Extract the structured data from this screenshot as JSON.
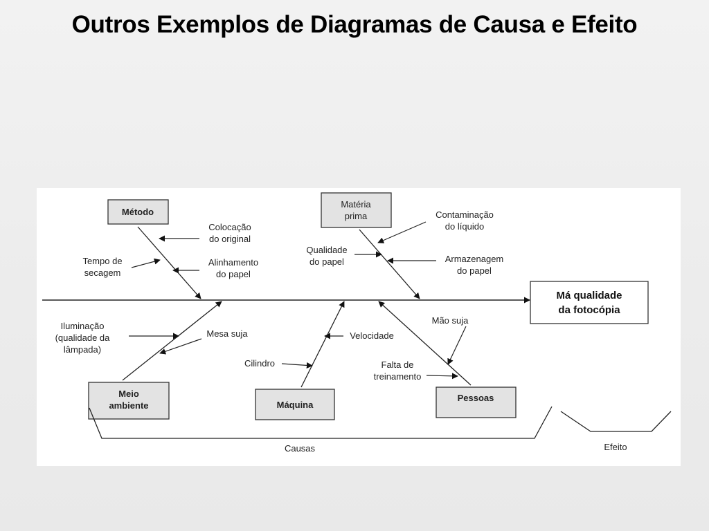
{
  "slide": {
    "title": "Outros Exemplos de Diagramas de Causa e Efeito"
  },
  "diagram": {
    "effect": [
      "Má qualidade",
      "da fotocópia"
    ],
    "categories": {
      "metodo": [
        "Método"
      ],
      "materia_prima": [
        "Matéria",
        "prima"
      ],
      "meio_ambiente": [
        "Meio",
        "ambiente"
      ],
      "maquina": [
        "Máquina"
      ],
      "pessoas": [
        "Pessoas"
      ]
    },
    "causes": {
      "colocacao": [
        "Colocação",
        "do original"
      ],
      "tempo_secagem": [
        "Tempo de",
        "secagem"
      ],
      "alinhamento": [
        "Alinhamento",
        "do papel"
      ],
      "contaminacao": [
        "Contaminação",
        "do  líquido"
      ],
      "qualidade_papel": [
        "Qualidade",
        "do papel"
      ],
      "armazenagem": [
        "Armazenagem",
        "do papel"
      ],
      "iluminacao": [
        "Iluminação",
        "(qualidade da",
        "lâmpada)"
      ],
      "mesa_suja": [
        "Mesa suja"
      ],
      "velocidade": [
        "Velocidade"
      ],
      "cilindro": [
        "Cilindro"
      ],
      "mao_suja": [
        "Mão suja"
      ],
      "falta_treinamento": [
        "Falta de",
        "treinamento"
      ]
    },
    "bracket_labels": {
      "causas": "Causas",
      "efeito": "Efeito"
    }
  }
}
